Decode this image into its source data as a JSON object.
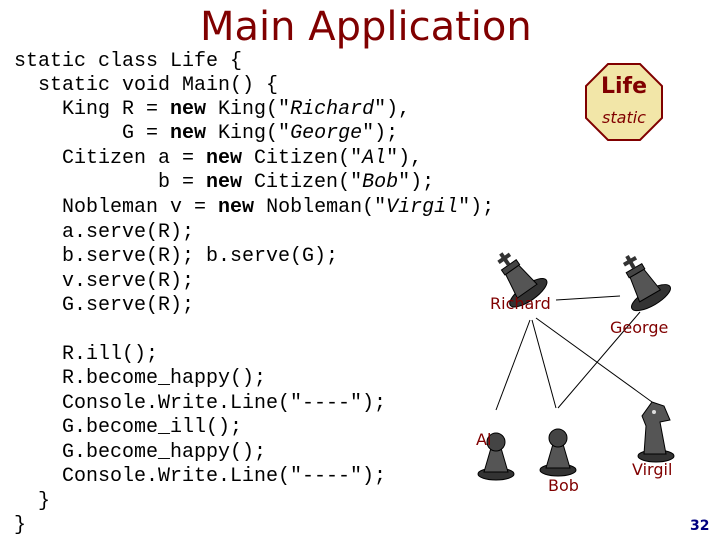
{
  "title": "Main Application",
  "code": {
    "l1": "static class Life {",
    "l2": "  static void Main() {",
    "l3_pre": "    King R = ",
    "l3_kw": "new",
    "l3_mid": " King(\"",
    "l3_it": "Richard",
    "l3_post": "\"),",
    "l4_pre": "         G = ",
    "l4_kw": "new",
    "l4_mid": " King(\"",
    "l4_it": "George",
    "l4_post": "\");",
    "l5_pre": "    Citizen a = ",
    "l5_kw": "new",
    "l5_mid": " Citizen(\"",
    "l5_it": "Al",
    "l5_post": "\"),",
    "l6_pre": "            b = ",
    "l6_kw": "new",
    "l6_mid": " Citizen(\"",
    "l6_it": "Bob",
    "l6_post": "\");",
    "l7_pre": "    Nobleman v = ",
    "l7_kw": "new",
    "l7_mid": " Nobleman(\"",
    "l7_it": "Virgil",
    "l7_post": "\");",
    "l8": "    a.serve(R);",
    "l9": "    b.serve(R); b.serve(G);",
    "l10": "    v.serve(R);",
    "l11": "    G.serve(R);",
    "l12": "    R.ill();",
    "l13": "    R.become_happy();",
    "l14": "    Console.Write.Line(\"----\");",
    "l15": "    G.become_ill();",
    "l16": "    G.become_happy();",
    "l17": "    Console.Write.Line(\"----\");",
    "l18": "  }",
    "l19": "}"
  },
  "badge": {
    "title": "Life",
    "subtitle": "static",
    "color": "#800000"
  },
  "figures": {
    "richard": "Richard",
    "george": "George",
    "al": "Al",
    "bob": "Bob",
    "virgil": "Virgil"
  },
  "page_number": "32"
}
